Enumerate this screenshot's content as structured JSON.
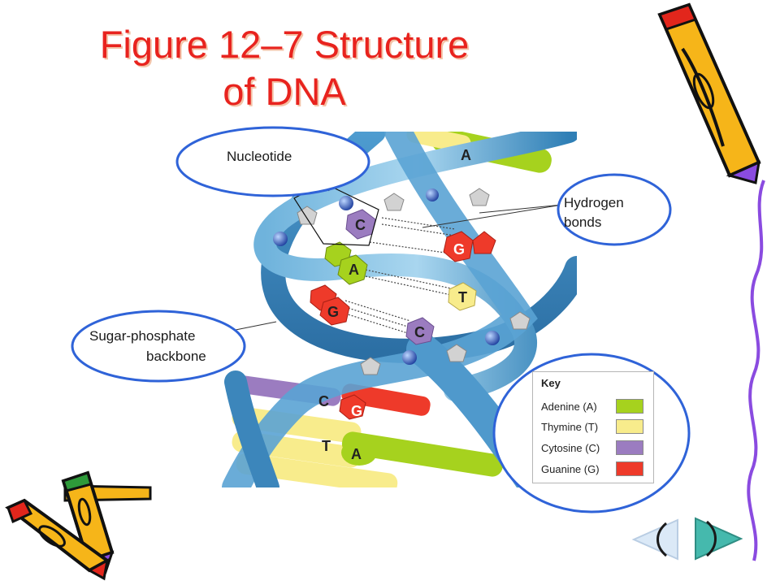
{
  "slide": {
    "title_line1": "Figure 12–7 Structure",
    "title_line2": "of DNA"
  },
  "labels": {
    "nucleotide": "Nucleotide",
    "hydrogen_line1": "Hydrogen",
    "hydrogen_line2": "bonds",
    "sugar_line1": "Sugar-phosphate",
    "sugar_line2": "backbone"
  },
  "bases": {
    "a": "A",
    "c": "C",
    "g": "G",
    "t": "T"
  },
  "key": {
    "title": "Key",
    "items": [
      {
        "label": "Adenine (A)",
        "color": "#a6d21e"
      },
      {
        "label": "Thymine (T)",
        "color": "#f8ec8c"
      },
      {
        "label": "Cytosine (C)",
        "color": "#9b7cc0"
      },
      {
        "label": "Guanine (G)",
        "color": "#ee3a2a"
      }
    ]
  },
  "colors": {
    "title": "#e8231e",
    "callout_outline": "#2f63d8",
    "backbone": "#3d8ec4",
    "adenine": "#a6d21e",
    "thymine": "#f8ec8c",
    "cytosine": "#9b7cc0",
    "guanine": "#ee3a2a"
  },
  "icons": {
    "pencil_top_right": "pencil-icon",
    "pencils_bottom_left": "pencils-icon",
    "back_arrow": "back-arrow-icon",
    "forward_arrow": "forward-arrow-icon"
  }
}
